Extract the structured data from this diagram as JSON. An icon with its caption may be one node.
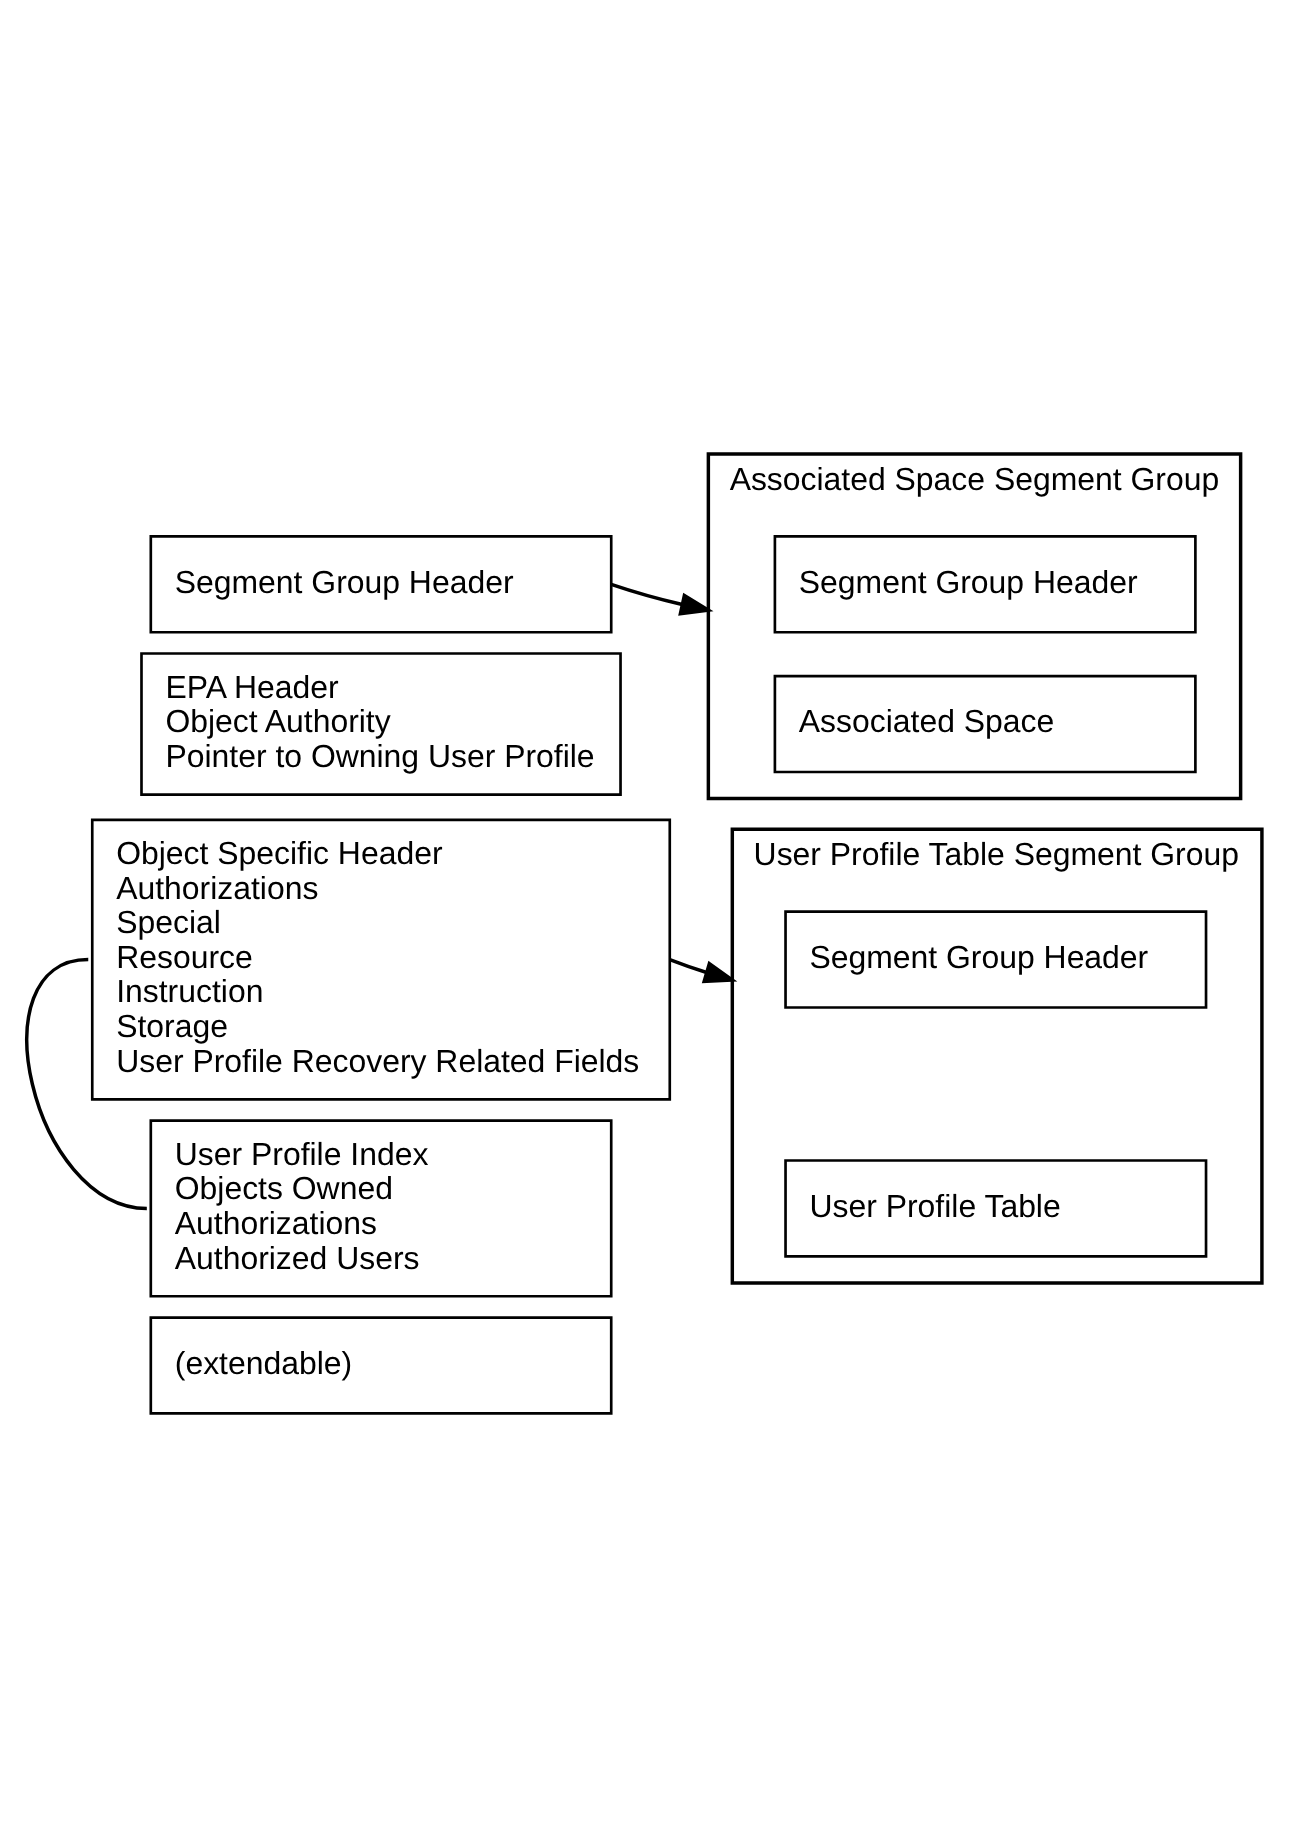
{
  "diagram": {
    "nodes": [
      {
        "text": [
          "Segment Group Header"
        ]
      },
      {
        "text": [
          "EPA Header",
          "Object Authority",
          "Pointer to Owning User Profile"
        ]
      },
      {
        "text": [
          "Object Specific Header",
          "Authorizations",
          "Special",
          "Resource",
          "Instruction",
          "Storage",
          "User Profile Recovery Related Fields"
        ]
      },
      {
        "text": [
          "User Profile Index",
          "Objects Owned",
          "Authorizations",
          "Authorized Users"
        ]
      },
      {
        "text": [
          "(extendable)"
        ]
      },
      {
        "text": [
          "Associated Space Segment Group"
        ]
      },
      {
        "text": [
          "Segment Group Header"
        ],
        "in": 5
      },
      {
        "text": [
          "Associated Space"
        ],
        "in": 5
      },
      {
        "text": [
          "User Profile Table Segment Group"
        ]
      },
      {
        "text": [
          "Segment Group Header"
        ],
        "in": 8
      },
      {
        "text": [
          "User Profile Table"
        ],
        "in": 8
      }
    ],
    "edges": [
      {
        "from": 0,
        "to": 5,
        "arrow": "to"
      },
      {
        "from": 2,
        "to": 3,
        "arrow": "none"
      },
      {
        "from": 2,
        "to": 8,
        "arrow": "to"
      }
    ]
  }
}
